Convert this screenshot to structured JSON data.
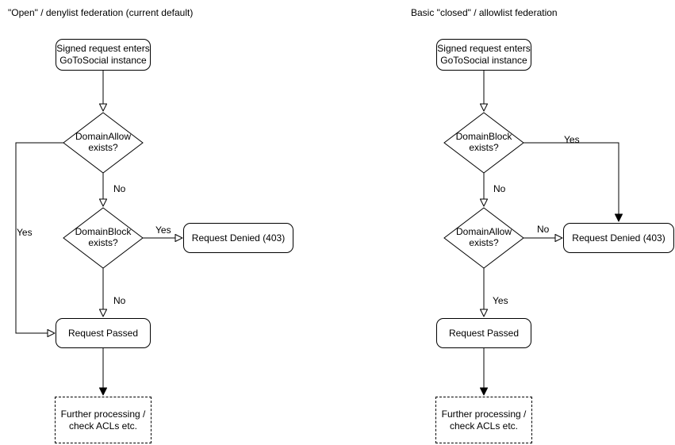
{
  "colors": {
    "stroke": "#000000",
    "background": "#ffffff",
    "text": "#000000"
  },
  "left": {
    "title": "\"Open\" / denylist federation (current default)",
    "nodes": {
      "start": "Signed request enters\nGoToSocial instance",
      "decision1": "DomainAllow\nexists?",
      "decision2": "DomainBlock\nexists?",
      "denied": "Request Denied (403)",
      "passed": "Request Passed",
      "further": "Further processing /\ncheck ACLs etc."
    },
    "edge_labels": {
      "decision1_yes": "Yes",
      "decision1_no": "No",
      "decision2_yes": "Yes",
      "decision2_no": "No"
    }
  },
  "right": {
    "title": "Basic \"closed\" / allowlist federation",
    "nodes": {
      "start": "Signed request enters\nGoToSocial instance",
      "decision1": "DomainBlock\nexists?",
      "decision2": "DomainAllow\nexists?",
      "denied": "Request Denied (403)",
      "passed": "Request Passed",
      "further": "Further processing /\ncheck ACLs etc."
    },
    "edge_labels": {
      "decision1_yes": "Yes",
      "decision1_no": "No",
      "decision2_no": "No",
      "decision2_yes": "Yes"
    }
  }
}
